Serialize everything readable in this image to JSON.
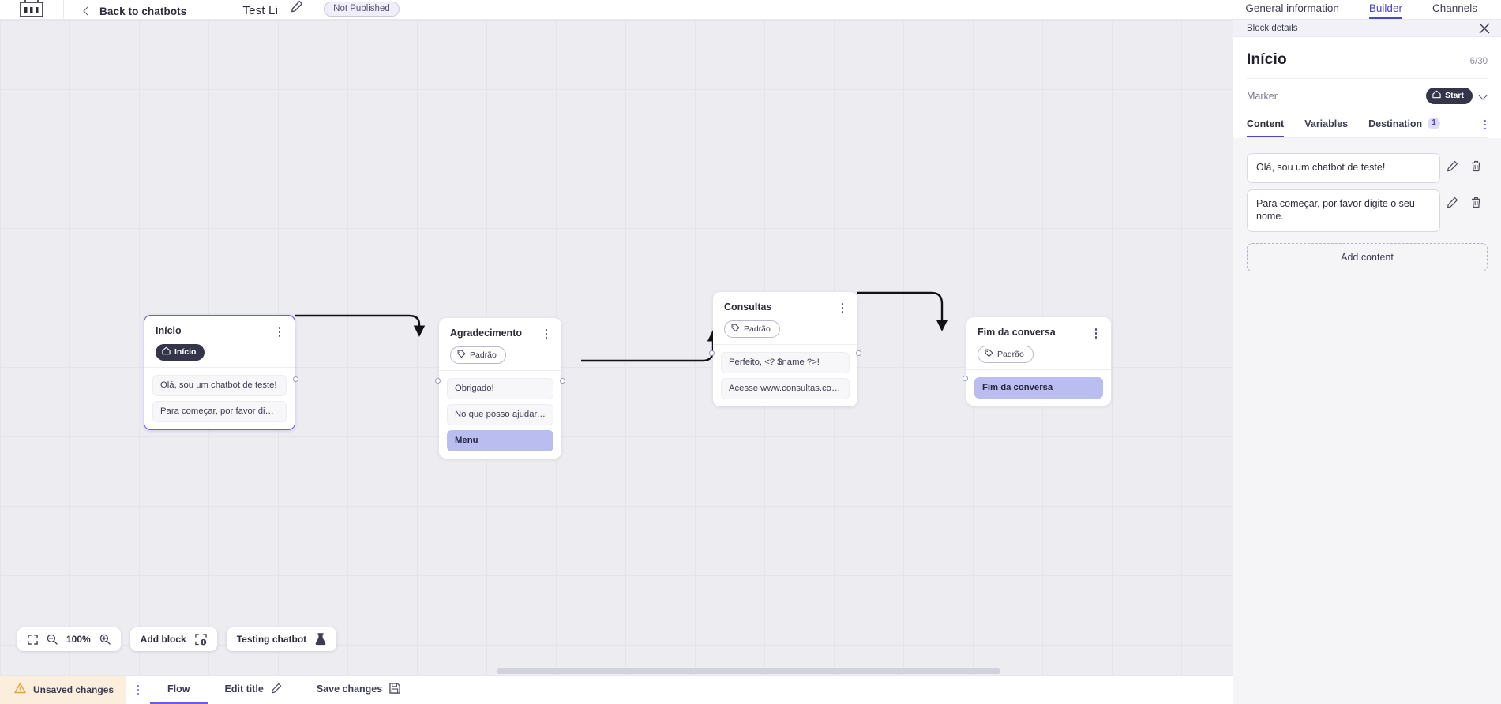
{
  "header": {
    "logo_icon": "chatbot-logo-icon",
    "back_label": "Back to chatbots",
    "back_icon": "chevron-left-icon",
    "bot_title": "Test Li",
    "edit_title_icon": "pencil-icon",
    "status_badge": "Not Published",
    "tabs": [
      {
        "label": "General information",
        "active": false
      },
      {
        "label": "Builder",
        "active": true
      },
      {
        "label": "Channels",
        "active": false
      }
    ]
  },
  "canvas": {
    "zoom_level": "100%",
    "fit_icon": "fit-screen-icon",
    "zoom_out_icon": "zoom-out-icon",
    "zoom_in_icon": "zoom-in-icon",
    "add_block_label": "Add block",
    "add_block_icon": "add-block-icon",
    "testing_label": "Testing chatbot",
    "testing_icon": "flask-icon",
    "nodes": [
      {
        "id": "inicio",
        "title": "Início",
        "tag": "Início",
        "tag_type": "start",
        "tag_icon": "home-icon",
        "selected": true,
        "menu_icon": "kebab-menu-icon",
        "items": [
          {
            "text": "Olá, sou um chatbot de teste!",
            "accent": false
          },
          {
            "text": "Para começar, por favor digite o ...",
            "accent": false
          }
        ]
      },
      {
        "id": "agradecimento",
        "title": "Agradecimento",
        "tag": "Padrão",
        "tag_type": "default",
        "tag_icon": "tag-icon",
        "selected": false,
        "menu_icon": "kebab-menu-icon",
        "items": [
          {
            "text": "Obrigado!",
            "accent": false
          },
          {
            "text": "No que posso ajudar, <? $name ...",
            "accent": false
          },
          {
            "text": "Menu",
            "accent": true
          }
        ]
      },
      {
        "id": "consultas",
        "title": "Consultas",
        "tag": "Padrão",
        "tag_type": "default",
        "tag_icon": "tag-icon",
        "selected": false,
        "menu_icon": "kebab-menu-icon",
        "items": [
          {
            "text": "Perfeito, <? $name ?>!",
            "accent": false
          },
          {
            "text": "Acesse www.consultas.com par...",
            "accent": false
          }
        ]
      },
      {
        "id": "fim",
        "title": "Fim da conversa",
        "tag": "Padrão",
        "tag_type": "default",
        "tag_icon": "tag-icon",
        "selected": false,
        "menu_icon": "kebab-menu-icon",
        "items": [
          {
            "text": "Fim da conversa",
            "accent": true
          }
        ]
      }
    ]
  },
  "status_bar": {
    "unsaved_label": "Unsaved changes",
    "warning_icon": "warning-triangle-icon",
    "kebab_icon": "kebab-menu-icon",
    "flow_tab": "Flow",
    "edit_title_label": "Edit title",
    "edit_title_icon": "pencil-icon",
    "save_label": "Save changes",
    "save_icon": "save-disk-icon"
  },
  "panel": {
    "header_label": "Block details",
    "close_icon": "close-icon",
    "block_title": "Início",
    "char_count": "6/30",
    "marker_label": "Marker",
    "marker_value": "Start",
    "marker_icon": "home-icon",
    "marker_chevron_icon": "chevron-down-icon",
    "tabs": [
      {
        "label": "Content",
        "active": true,
        "badge": ""
      },
      {
        "label": "Variables",
        "active": false,
        "badge": ""
      },
      {
        "label": "Destination",
        "active": false,
        "badge": "1"
      }
    ],
    "tabs_overflow_icon": "kebab-menu-icon",
    "contents": [
      {
        "text": "Olá, sou um chatbot de teste!",
        "edit_icon": "pencil-icon",
        "delete_icon": "trash-icon"
      },
      {
        "text": "Para começar, por favor digite o seu nome.",
        "edit_icon": "pencil-icon",
        "delete_icon": "trash-icon"
      }
    ],
    "add_content_label": "Add content"
  },
  "colors": {
    "accent": "#4f46c9",
    "purple": "#6b5ce7",
    "node_accent_bg": "#b9bdf0",
    "unsaved_bg": "#fbeedd",
    "canvas_bg": "#ededf1"
  }
}
